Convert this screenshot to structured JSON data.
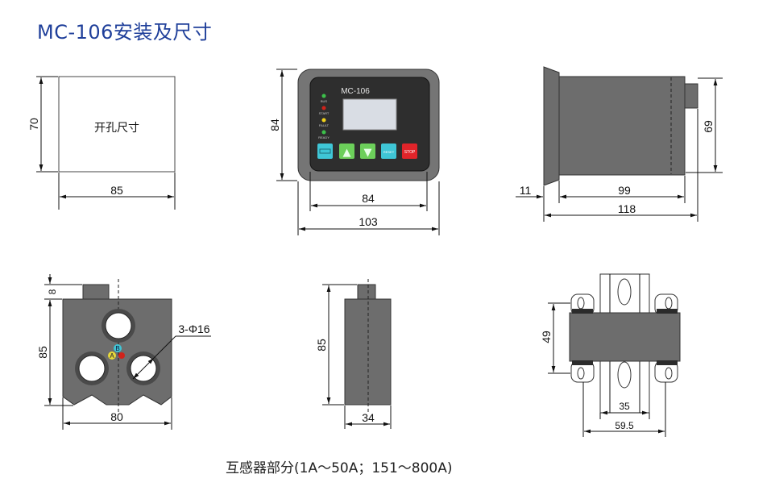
{
  "title": "MC-106安装及尺寸",
  "caption": "互感器部分(1A～50A；151～800A)",
  "cutout": {
    "label": "开孔尺寸",
    "dim_height": "70",
    "dim_width": "85"
  },
  "front_view": {
    "model": "MC-106",
    "leds": [
      "BUS",
      "START",
      "FAULT",
      "READY"
    ],
    "led_colors": [
      "#3cc04a",
      "#d0231b",
      "#f2d21a",
      "#3cc04a"
    ],
    "buttons": [
      "",
      "▲",
      "▼",
      "RESET",
      "STOP"
    ],
    "button_colors": [
      "#3fc6d6",
      "#6ccf5a",
      "#6ccf5a",
      "#3fc6d6",
      "#e0242a"
    ],
    "dim_height": "84",
    "dim_inner_width": "84",
    "dim_outer_width": "103"
  },
  "side_view": {
    "dim_height": "69",
    "dim_front": "11",
    "dim_body": "99",
    "dim_total": "118"
  },
  "ct_front": {
    "dim_top": "8",
    "dim_height": "85",
    "dim_width": "80",
    "hole_label": "3-Φ16",
    "phase_labels": [
      "A",
      "B",
      "C"
    ]
  },
  "ct_side": {
    "dim_height": "85",
    "dim_width": "34"
  },
  "ct_rail": {
    "dim_height": "49",
    "dim_inner": "35",
    "dim_outer": "59.5"
  }
}
